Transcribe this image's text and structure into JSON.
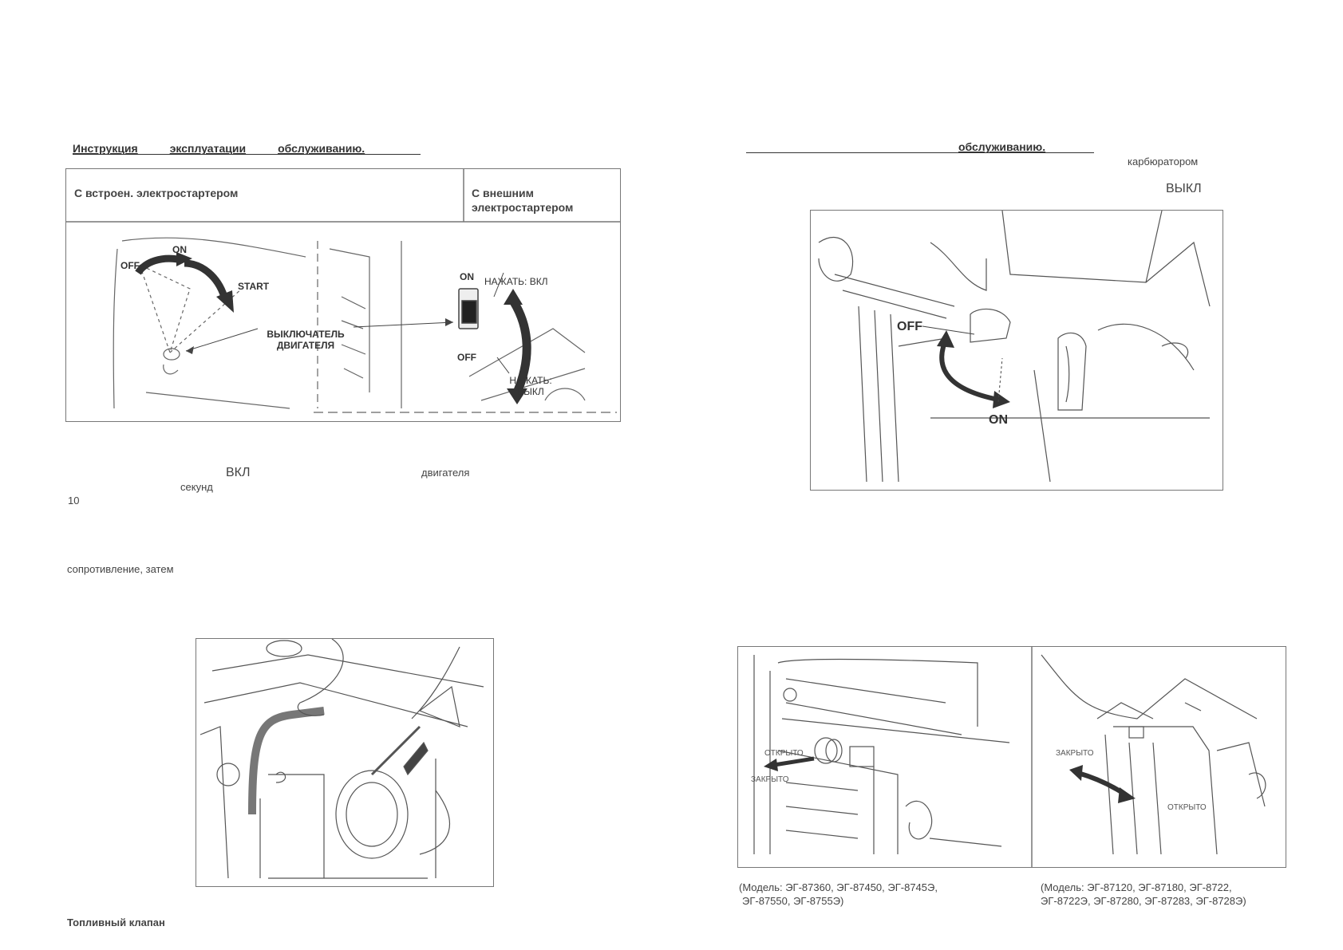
{
  "left_page": {
    "header": [
      "Инструкция",
      "эксплуатации",
      "обслуживанию."
    ],
    "table": {
      "col1_title": "С встроен. электростартером",
      "col2_title": "С внешним электростартером",
      "fig1_labels": {
        "off": "OFF",
        "on": "ON",
        "start": "START",
        "switch_label": "ВЫКЛЮЧАТЕЛЬ ДВИГАТЕЛЯ"
      },
      "fig2_labels": {
        "on": "ON",
        "off": "OFF",
        "press_on": "НАЖАТЬ: ВКЛ",
        "press_off": "НАЖАТЬ: ВЫКЛ"
      }
    },
    "text": {
      "vkl": "ВКЛ",
      "dvigatelya": "двигателя",
      "sekund": "секунд",
      "ten": "10",
      "resistance": "сопротивление, затем"
    },
    "fig3_caption": "Топливный клапан"
  },
  "right_page": {
    "header": "обслуживанию.",
    "carb": "карбюратором",
    "vykl": "ВЫКЛ",
    "fig4_labels": {
      "off": "OFF",
      "on": "ON"
    },
    "fig5_labels": {
      "left_open": "ОТКРЫТО",
      "left_closed": "ЗАКРЫТО",
      "right_closed": "ЗАКРЫТО",
      "right_open": "ОТКРЫТО"
    },
    "captions": {
      "left_line1": "(Модель: ЭГ-87360, ЭГ-87450, ЭГ-8745Э,",
      "left_line2": "ЭГ-87550, ЭГ-8755Э)",
      "right_line1": "(Модель: ЭГ-87120, ЭГ-87180, ЭГ-8722,",
      "right_line2": "ЭГ-8722Э, ЭГ-87280, ЭГ-87283, ЭГ-8728Э)"
    }
  }
}
